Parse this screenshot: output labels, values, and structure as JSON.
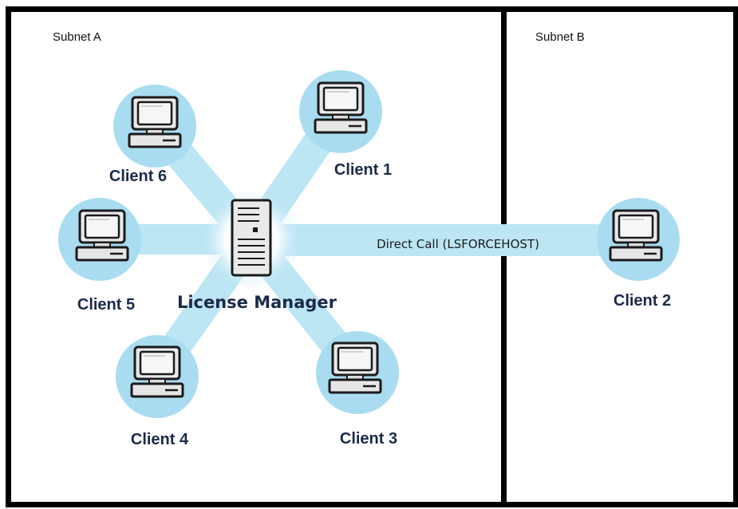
{
  "subnets": [
    {
      "label": "Subnet A"
    },
    {
      "label": "Subnet B"
    }
  ],
  "server": {
    "label": "License Manager",
    "icon": "server-tower-icon"
  },
  "clients": [
    {
      "id": "client-1",
      "label": "Client 1",
      "icon": "desktop-computer-icon"
    },
    {
      "id": "client-2",
      "label": "Client 2",
      "icon": "desktop-computer-icon"
    },
    {
      "id": "client-3",
      "label": "Client 3",
      "icon": "desktop-computer-icon"
    },
    {
      "id": "client-4",
      "label": "Client 4",
      "icon": "desktop-computer-icon"
    },
    {
      "id": "client-5",
      "label": "Client 5",
      "icon": "desktop-computer-icon"
    },
    {
      "id": "client-6",
      "label": "Client 6",
      "icon": "desktop-computer-icon"
    }
  ],
  "connections": [
    {
      "from": "License Manager",
      "to": "Client 2",
      "label": "Direct Call (LSFORCEHOST)"
    }
  ],
  "colors": {
    "link": "#bde6f5",
    "node": "#a9dcf0",
    "border": "#000000",
    "text": "#1b2a4a"
  }
}
